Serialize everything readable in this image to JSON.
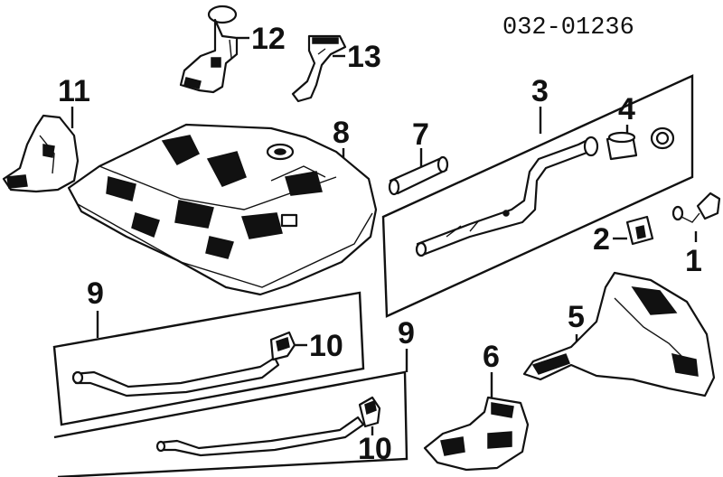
{
  "diagram": {
    "part_code": "032-01236",
    "callouts": {
      "c1": "1",
      "c2": "2",
      "c3": "3",
      "c4": "4",
      "c5": "5",
      "c6": "6",
      "c7": "7",
      "c8": "8",
      "c9a": "9",
      "c9b": "9",
      "c10a": "10",
      "c10b": "10",
      "c11": "11",
      "c12": "12",
      "c13": "13"
    }
  }
}
